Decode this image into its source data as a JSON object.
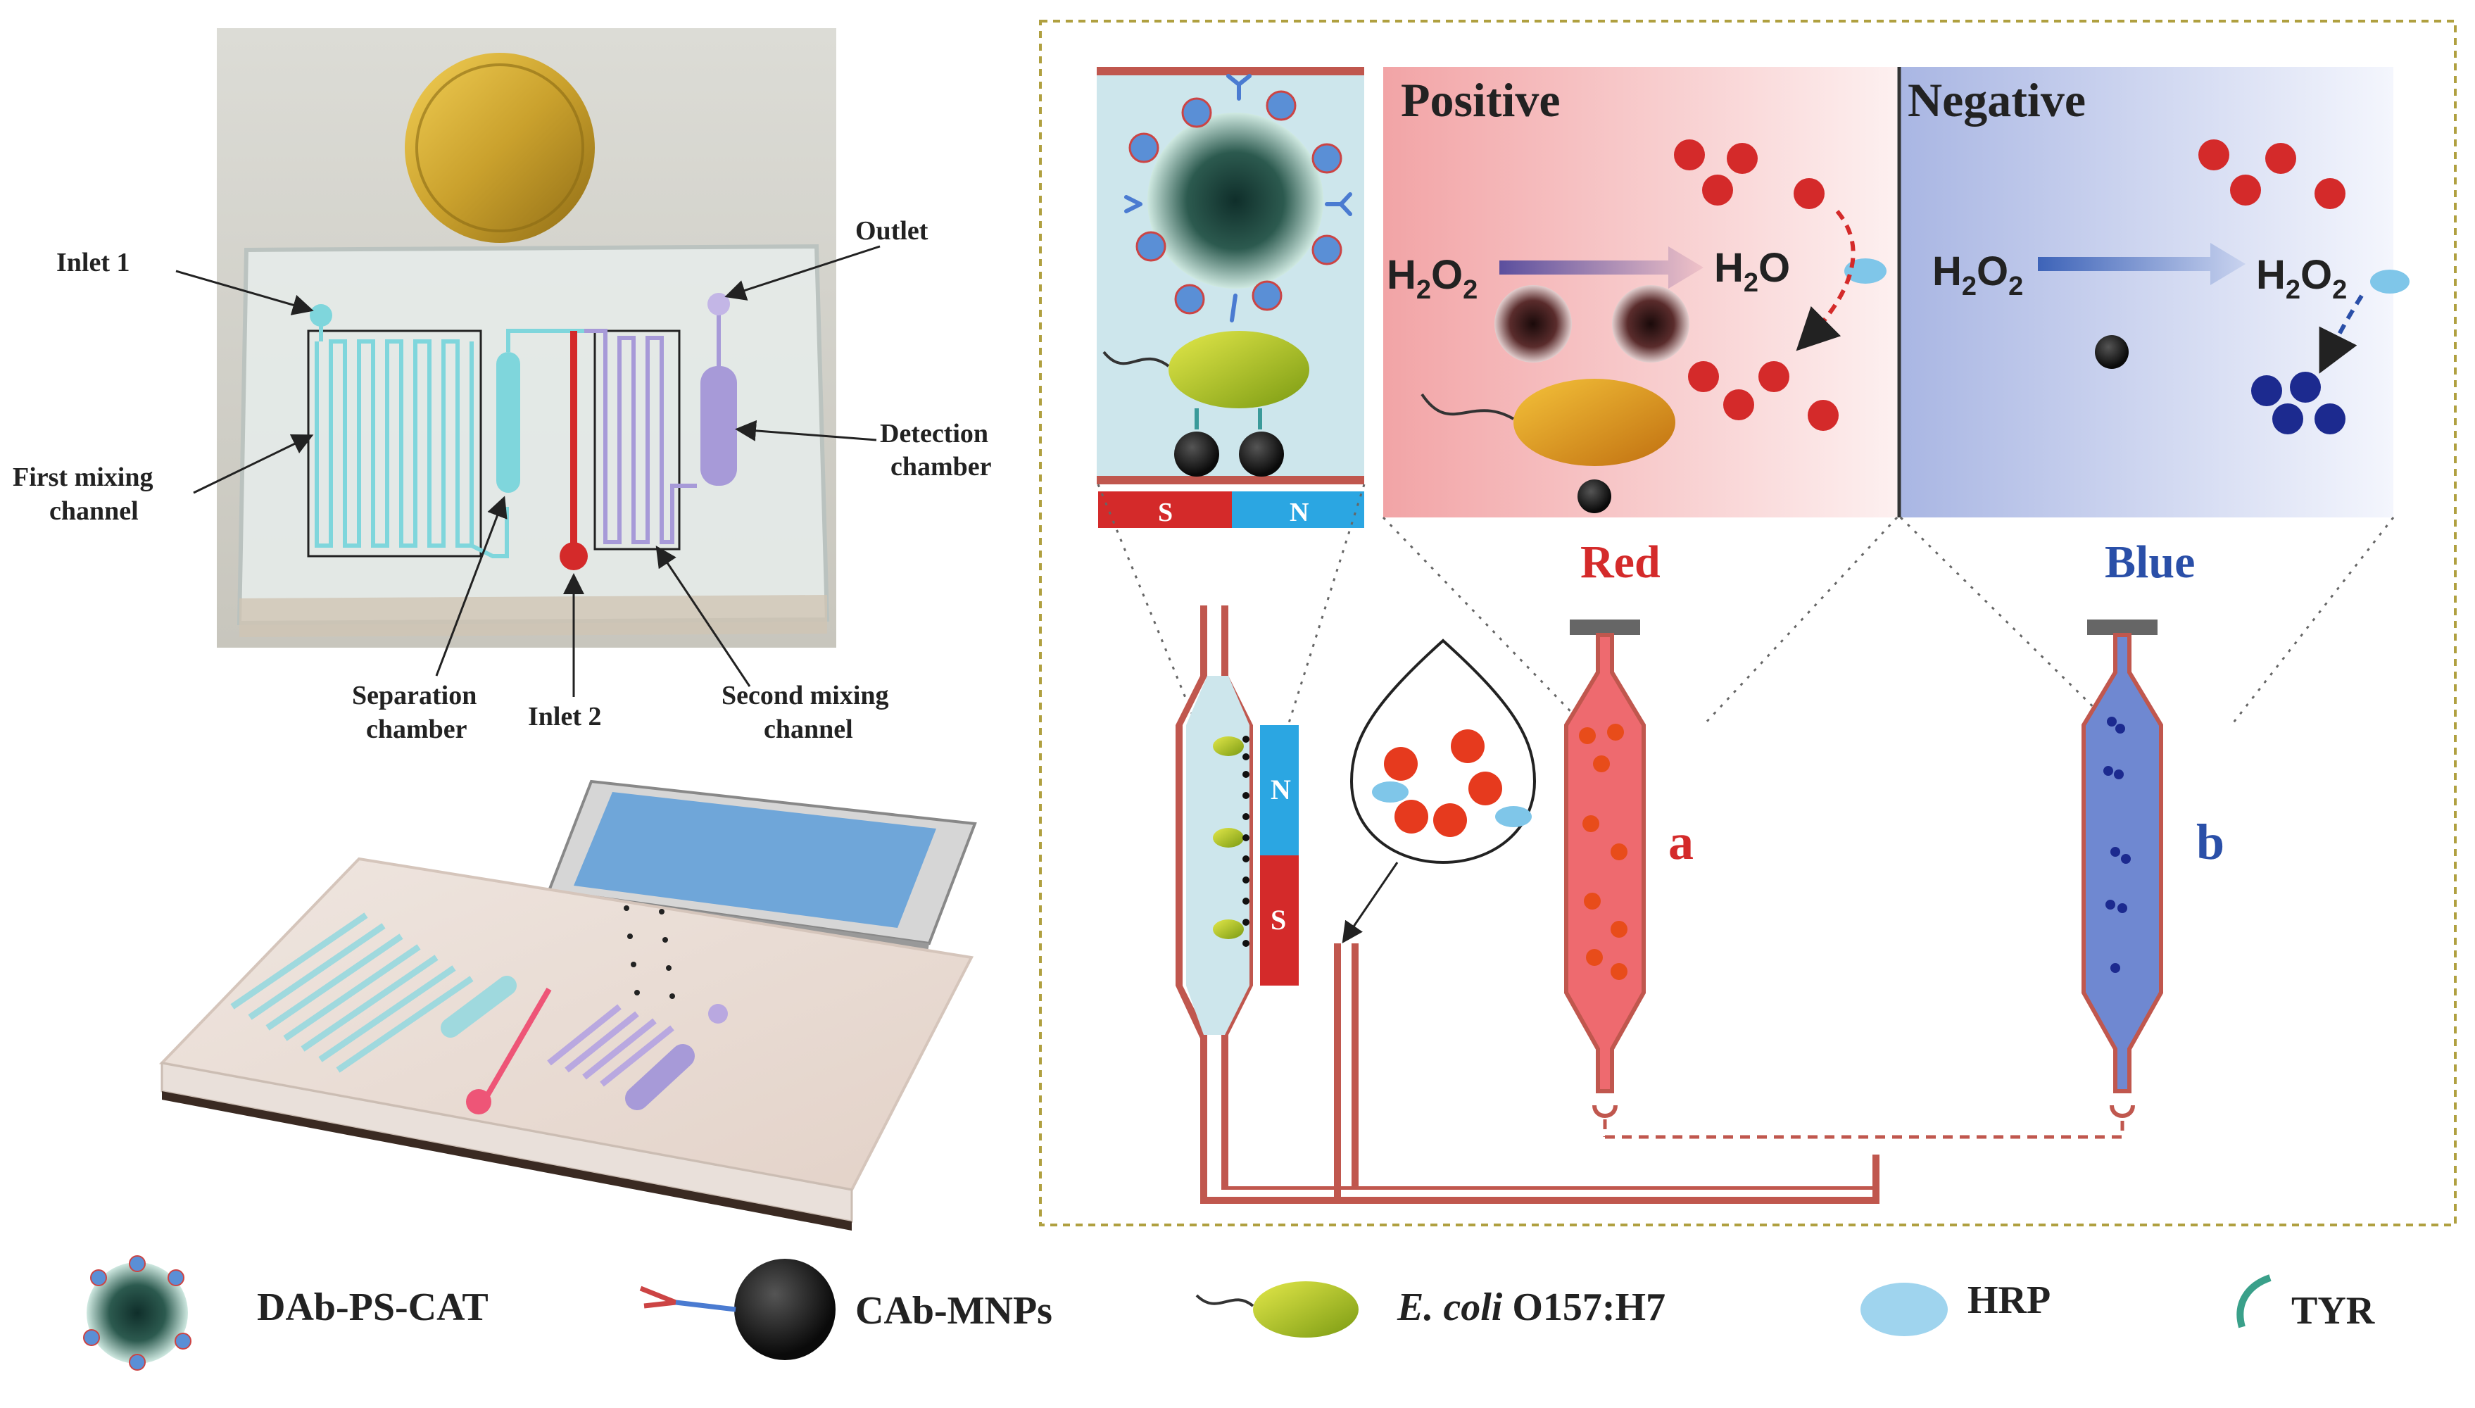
{
  "photo_labels": {
    "inlet1": "Inlet 1",
    "outlet": "Outlet",
    "detection": [
      "Detection",
      "chamber"
    ],
    "first_mixing": [
      "First mixing",
      "channel"
    ],
    "separation": [
      "Separation",
      "chamber"
    ],
    "inlet2": "Inlet 2",
    "second_mixing": [
      "Second mixing",
      "channel"
    ]
  },
  "panels": {
    "positive_title": "Positive",
    "negative_title": "Negative",
    "h2o2": "H",
    "h2o": "H",
    "sub2": "2",
    "o_2": "O",
    "o": "O",
    "magnet_s": "S",
    "magnet_n": "N"
  },
  "results": {
    "red": "Red",
    "blue": "Blue",
    "tube_a": "a",
    "tube_b": "b"
  },
  "legend": {
    "dab": "DAb-PS-CAT",
    "cab": "CAb-MNPs",
    "ecoli_italic": "E. coli",
    "ecoli_strain": " O157:H7",
    "hrp": "HRP",
    "tyr": "TYR"
  },
  "colors": {
    "red_accent": "#d42a2a",
    "blue_accent": "#2a4fa8",
    "channel_cyan": "#7fd6dc",
    "channel_purple": "#a79ad8",
    "dashed_border": "#b0a040"
  }
}
